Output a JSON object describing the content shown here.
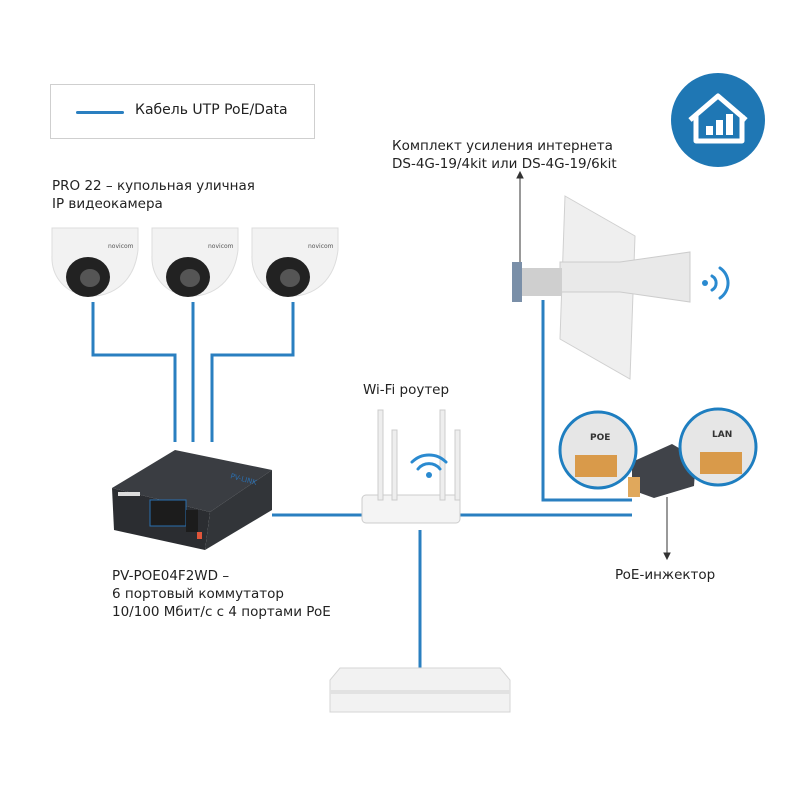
{
  "legend": {
    "label": "Кабель UTP PoE/Data",
    "cable_color": "#2a7fc0"
  },
  "labels": {
    "camera_line1": "PRO 22 – купольная уличная",
    "camera_line2": "IP видеокамера",
    "kit_line1": "Комплект усиления интернета",
    "kit_line2": "DS-4G-19/4kit или DS-4G-19/6kit",
    "router": "Wi-Fi роутер",
    "switch_line1": "PV-POE04F2WD –",
    "switch_line2": "6 портовый коммутатор",
    "switch_line3": "10/100 Мбит/с с 4 портами PoE",
    "injector": "PoE-инжектор",
    "injector_port_poe": "POE",
    "injector_port_lan": "LAN",
    "camera_brand": "novicom"
  },
  "badge": {
    "icon": "home-signal-icon",
    "color": "#1f77b4"
  }
}
